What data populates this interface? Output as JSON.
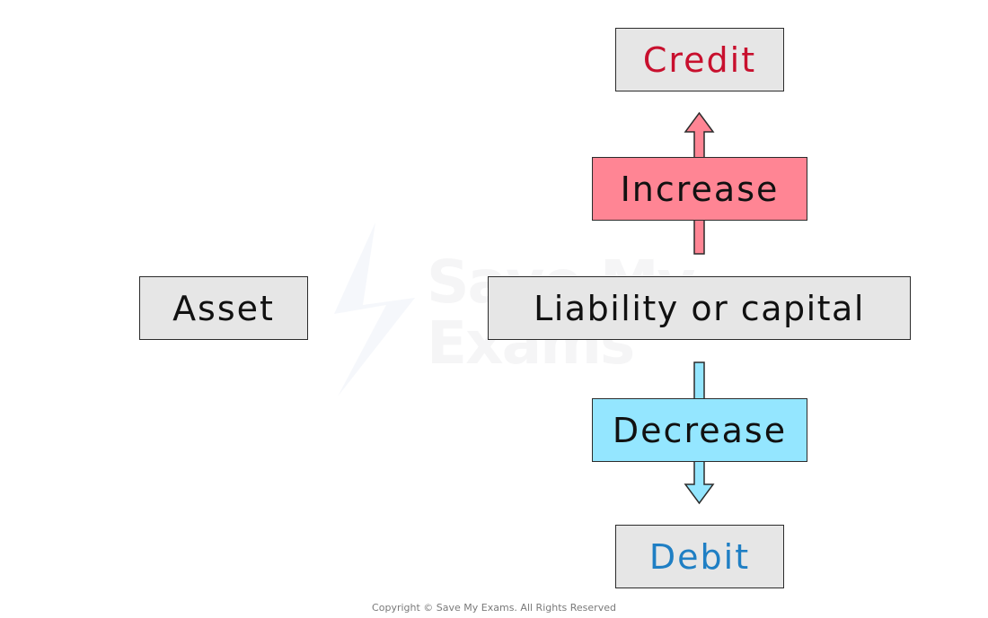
{
  "boxes": {
    "credit": "Credit",
    "increase": "Increase",
    "asset": "Asset",
    "liability": "Liability or capital",
    "decrease": "Decrease",
    "debit": "Debit"
  },
  "watermark": {
    "line1": "Save My",
    "line2": "Exams"
  },
  "footer": {
    "copyright": "Copyright © Save My Exams. All Rights Reserved"
  },
  "colors": {
    "credit_text": "#c8102e",
    "debit_text": "#1f7fc4",
    "increase_fill": "#ff8594",
    "decrease_fill": "#94e6ff",
    "box_fill": "#e6e6e6",
    "border": "#2b2b2b"
  },
  "icons": {
    "up_arrow": "up-arrow-icon",
    "down_arrow": "down-arrow-icon"
  }
}
